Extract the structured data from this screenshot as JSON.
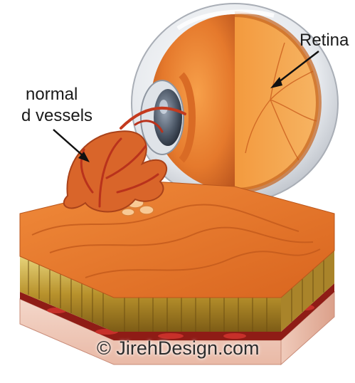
{
  "labels": {
    "retina": "Retina",
    "vessels_line1": "normal",
    "vessels_line2": "d vessels"
  },
  "watermark": "© JirehDesign.com",
  "colors": {
    "tissue_orange": "#e8782c",
    "vessel_red": "#b4221a",
    "gold_layer": "#c9a642",
    "base_pink": "#f2cfc1",
    "eye_glass": "#e9ecef"
  }
}
